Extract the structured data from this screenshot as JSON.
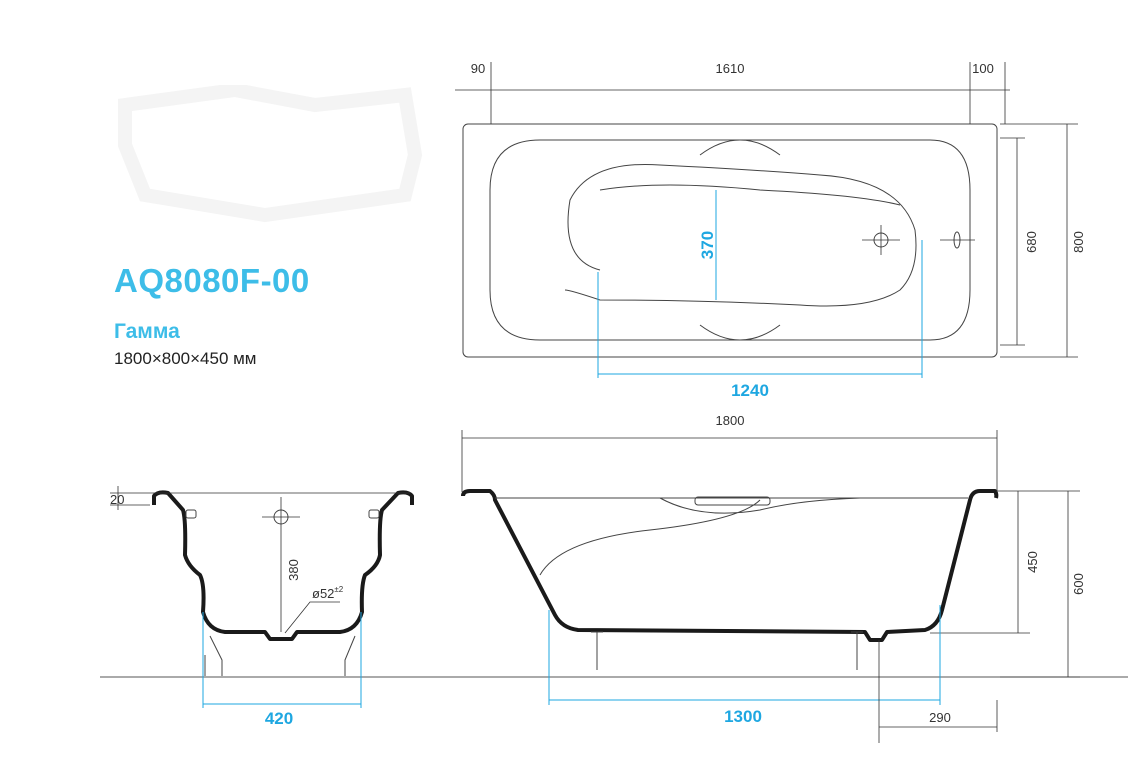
{
  "product": {
    "model": "AQ8080F-00",
    "series": "Гамма",
    "dimensions": "1800×800×450 мм"
  },
  "top_view": {
    "dims": {
      "left": "90",
      "middle": "1610",
      "right": "100",
      "inner_width": "680",
      "outer_width": "800",
      "bowl_width": "370",
      "bowl_length": "1240"
    }
  },
  "front_view": {
    "dims": {
      "length": "1800",
      "depth": "450",
      "height": "600",
      "leg_span": "1300",
      "drain_offset": "290"
    }
  },
  "side_view": {
    "dims": {
      "rim": "20",
      "drain_height": "380",
      "drain_diameter": "ø52",
      "drain_tolerance": "±2",
      "leg_span": "420"
    }
  },
  "colors": {
    "accent": "#1ea7e1",
    "title": "#3dbde8"
  }
}
